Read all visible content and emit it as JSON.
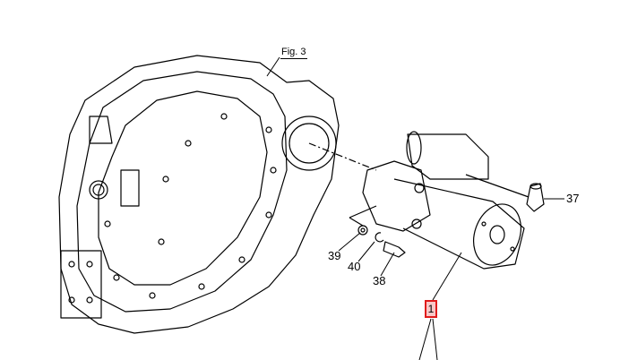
{
  "figure_ref": "Fig. 3",
  "part_labels": {
    "p37": "37",
    "p39": "39",
    "p40": "40",
    "p38": "38"
  },
  "selected_part": "1",
  "colors": {
    "highlight_border": "#e01b1b",
    "highlight_fill": "#f9c7c7"
  }
}
